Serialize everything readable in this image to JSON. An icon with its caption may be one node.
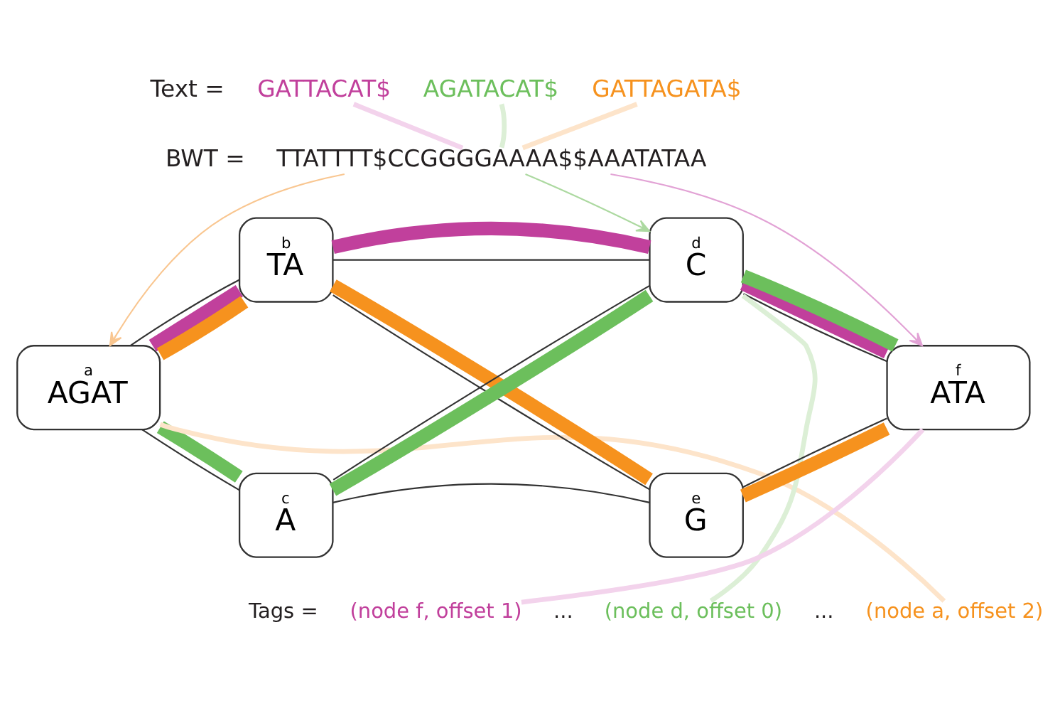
{
  "diagram": {
    "nodes": [
      {
        "text": [
          "GATTACAT$"
        ]
      },
      {
        "text": [
          "AGATACAT$"
        ]
      },
      {
        "text": [
          "GATTAGATA$"
        ]
      },
      {
        "text": [
          "TTATTTT$CCGGGGAAAA$$AAATATAA"
        ]
      },
      {
        "text": [
          "a",
          "AGAT"
        ]
      },
      {
        "text": [
          "b",
          "TA"
        ]
      },
      {
        "text": [
          "c",
          "A"
        ]
      },
      {
        "text": [
          "d",
          "C"
        ]
      },
      {
        "text": [
          "e",
          "G"
        ]
      },
      {
        "text": [
          "f",
          "ATA"
        ]
      },
      {
        "text": [
          "(node f, offset 1)"
        ]
      },
      {
        "text": [
          "(node d, offset 0)"
        ]
      },
      {
        "text": [
          "(node a, offset 2)"
        ]
      }
    ],
    "edges": [
      {
        "from": 0,
        "to": 3,
        "arrow": "none",
        "color": "#f3d3ec"
      },
      {
        "from": 1,
        "to": 3,
        "arrow": "none",
        "color": "#dcefd6"
      },
      {
        "from": 2,
        "to": 3,
        "arrow": "none",
        "color": "#fde4ca"
      },
      {
        "from": 3,
        "to": 9,
        "arrow": "to",
        "color": "#e2a2d5"
      },
      {
        "from": 3,
        "to": 7,
        "arrow": "to",
        "color": "#acd9a0"
      },
      {
        "from": 3,
        "to": 4,
        "arrow": "to",
        "color": "#f9c690"
      },
      {
        "from": 4,
        "to": 5,
        "arrow": "none"
      },
      {
        "from": 4,
        "to": 6,
        "arrow": "none"
      },
      {
        "from": 5,
        "to": 7,
        "arrow": "none"
      },
      {
        "from": 5,
        "to": 8,
        "arrow": "none"
      },
      {
        "from": 6,
        "to": 7,
        "arrow": "none"
      },
      {
        "from": 6,
        "to": 8,
        "arrow": "none"
      },
      {
        "from": 7,
        "to": 9,
        "arrow": "none"
      },
      {
        "from": 8,
        "to": 9,
        "arrow": "none"
      },
      {
        "from": 4,
        "to": 5,
        "arrow": "none",
        "style": "thick",
        "color": "#c1409c"
      },
      {
        "from": 5,
        "to": 7,
        "arrow": "none",
        "style": "thick",
        "color": "#c1409c"
      },
      {
        "from": 7,
        "to": 9,
        "arrow": "none",
        "style": "thick",
        "color": "#c1409c"
      },
      {
        "from": 4,
        "to": 6,
        "arrow": "none",
        "style": "thick",
        "color": "#6cbf5c"
      },
      {
        "from": 6,
        "to": 7,
        "arrow": "none",
        "style": "thick",
        "color": "#6cbf5c"
      },
      {
        "from": 7,
        "to": 9,
        "arrow": "none",
        "style": "thick",
        "color": "#6cbf5c"
      },
      {
        "from": 4,
        "to": 5,
        "arrow": "none",
        "style": "thick",
        "color": "#f6921e"
      },
      {
        "from": 5,
        "to": 8,
        "arrow": "none",
        "style": "thick",
        "color": "#f6921e"
      },
      {
        "from": 8,
        "to": 9,
        "arrow": "none",
        "style": "thick",
        "color": "#f6921e"
      },
      {
        "from": 9,
        "to": 10,
        "arrow": "none",
        "color": "#f3d3ec"
      },
      {
        "from": 7,
        "to": 11,
        "arrow": "none",
        "color": "#dcefd6"
      },
      {
        "from": 4,
        "to": 12,
        "arrow": "none",
        "color": "#fde4ca"
      }
    ],
    "labels": [
      "Text =",
      "BWT =",
      "Tags =",
      "...",
      "..."
    ]
  }
}
